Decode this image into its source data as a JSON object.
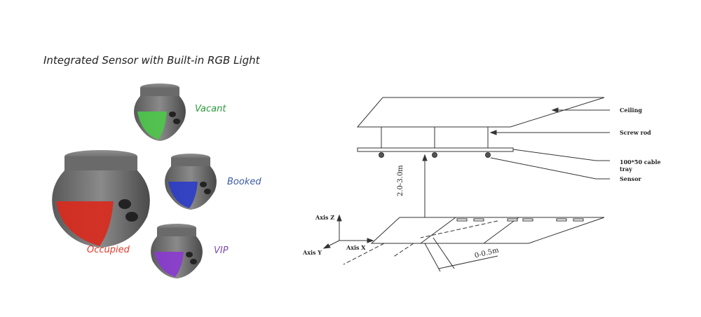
{
  "title": "Integrated Sensor with Built-in RGB Light",
  "sensors": [
    {
      "label": "Vacant",
      "color": "#2a9a3a",
      "light": "#4cc84a",
      "icon": "sensor-green"
    },
    {
      "label": "Booked",
      "color": "#3a5ba8",
      "light": "#2b3cc8",
      "icon": "sensor-blue"
    },
    {
      "label": "Occupied",
      "color": "#e03a2a",
      "light": "#d92a1e",
      "icon": "sensor-red"
    },
    {
      "label": "VIP",
      "color": "#7b4bb0",
      "light": "#8a3ad0",
      "icon": "sensor-purple"
    }
  ],
  "diagram": {
    "labels": {
      "ceiling": "Ceiling",
      "screw_rod": "Screw rod",
      "cable_tray_1": "100*50 cable",
      "cable_tray_2": "tray",
      "sensor": "Sensor"
    },
    "axes": {
      "z": "Axis Z",
      "x": "Axis X",
      "y": "Axis Y"
    },
    "dimensions": {
      "height": "2.0-3.0m",
      "offset": "0-0.5m"
    }
  }
}
